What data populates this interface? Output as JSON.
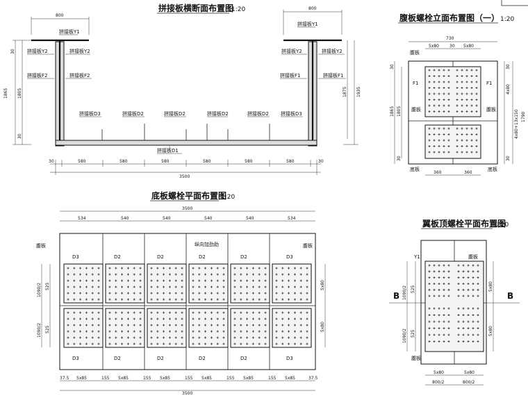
{
  "titles": {
    "section": {
      "text": "拼接板横断面布置图",
      "scale": "1:20"
    },
    "web": {
      "text": "腹板螺栓立面布置图（一）",
      "scale": "1:20"
    },
    "bottom": {
      "text": "底板螺栓平面布置图",
      "scale": "1:20"
    },
    "flange": {
      "text": "翼板顶螺栓平面布置图",
      "scale": "1:20"
    }
  },
  "section_view": {
    "top_width": "800",
    "labels": {
      "y1": "拼接板Y1",
      "y2": "拼接板Y2",
      "f2": "拼接板F2",
      "f1": "拼接板F1",
      "d3": "拼接板D3",
      "d2": "拼接板D2",
      "d1": "拼接板D1"
    },
    "bottom_dims": [
      "30",
      "580",
      "580",
      "580",
      "580",
      "580",
      "580",
      "30"
    ],
    "total": "3500",
    "left_dims": [
      "30",
      "1865",
      "1805",
      "30"
    ],
    "right_dims": [
      "1875",
      "1935"
    ]
  },
  "web_view": {
    "width": "730",
    "top_dims": [
      "5x80",
      "30",
      "5x80"
    ],
    "labels": {
      "web": "腹板",
      "f1": "F1",
      "bottom": "底板"
    },
    "left_dims": [
      "30",
      "1865",
      "1805",
      "30"
    ],
    "right_dims": [
      "30",
      "4x80",
      "4x80+13x150",
      "30",
      "1790"
    ],
    "bottom_dims": [
      "360",
      "360"
    ]
  },
  "bottom_view": {
    "total": "3500",
    "top_dims": [
      "534",
      "540",
      "540",
      "540",
      "540",
      "534"
    ],
    "labels": {
      "web": "腹板",
      "d3": "D3",
      "d2": "D2",
      "rib": "纵向加劲肋"
    },
    "left_dims": [
      "1090/2",
      "525",
      "1090/2",
      "525"
    ],
    "right_dims": [
      "5x80",
      "5x80"
    ],
    "bottom_dims": [
      "37.5",
      "5x85",
      "155",
      "5x85",
      "155",
      "5x85",
      "155",
      "5x85",
      "155",
      "5x85",
      "155",
      "5x85",
      "37.5"
    ]
  },
  "flange_view": {
    "labels": {
      "y1": "Y1",
      "web": "腹板",
      "section_b": "B"
    },
    "left_dims": [
      "1090/2",
      "525",
      "1090/2",
      "525"
    ],
    "right_dims": [
      "5x80",
      "5x80"
    ],
    "bottom_dims": [
      "5x80",
      "5x80"
    ],
    "half_dims": [
      "800/2",
      "800/2"
    ]
  }
}
